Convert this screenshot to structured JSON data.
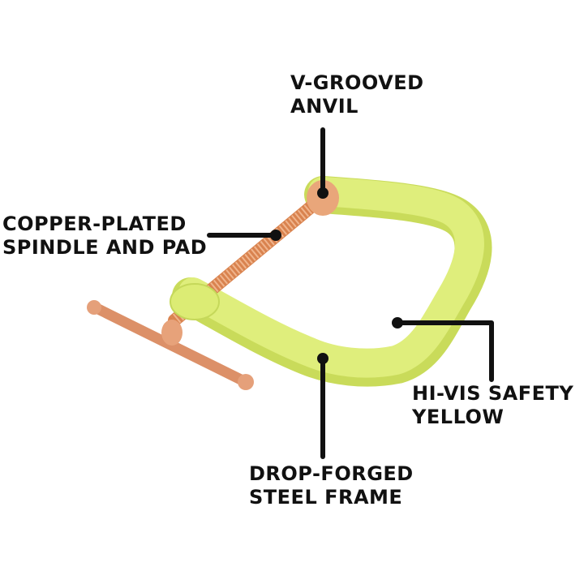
{
  "callouts": {
    "anvil": {
      "line1": "V-GROOVED",
      "line2": "ANVIL"
    },
    "spindle": {
      "line1": "COPPER-PLATED",
      "line2": "SPINDLE AND PAD"
    },
    "color": {
      "line1": "HI-VIS SAFETY",
      "line2": "YELLOW"
    },
    "frame": {
      "line1": "DROP-FORGED",
      "line2": "STEEL FRAME"
    }
  },
  "colors": {
    "frame": "#dbeb72",
    "copper": "#e39a6c",
    "callout": "#111111"
  }
}
